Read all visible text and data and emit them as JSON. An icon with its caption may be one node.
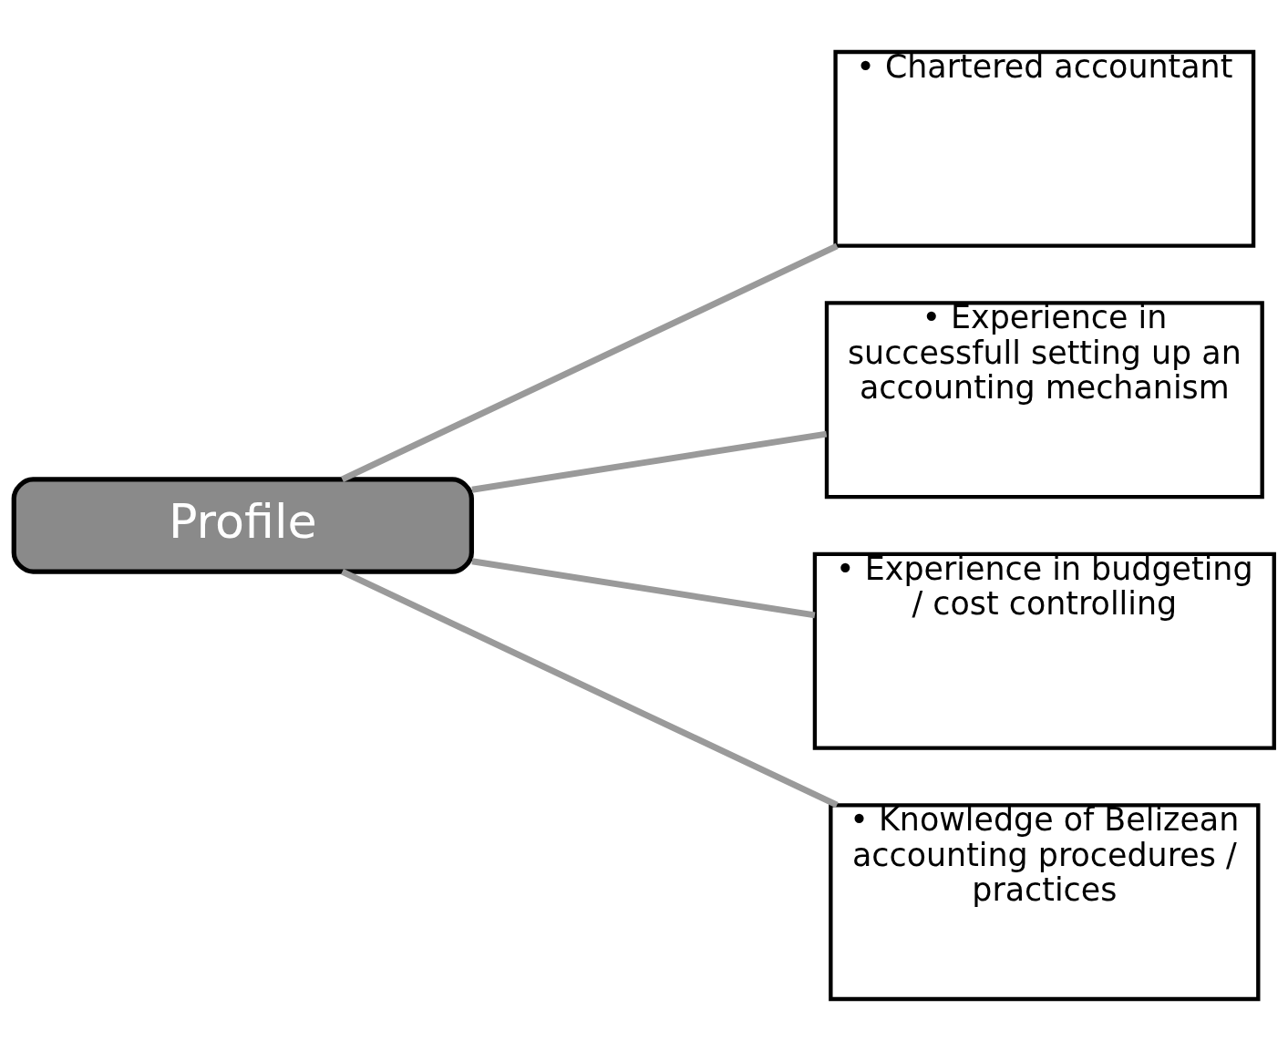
{
  "diagram": {
    "nodes": [
      {
        "text": [
          "Profile"
        ]
      },
      {
        "text": [
          "• Chartered accountant"
        ]
      },
      {
        "text": [
          "• Experience in successfull setting up an accounting mechanism"
        ]
      },
      {
        "text": [
          "• Experience in budgeting / cost controlling"
        ]
      },
      {
        "text": [
          "• Knowledge of Belizean accounting procedures / practices"
        ]
      }
    ],
    "edges": [
      {
        "from": 0,
        "to": 1,
        "arrow": "none"
      },
      {
        "from": 0,
        "to": 2,
        "arrow": "none"
      },
      {
        "from": 0,
        "to": 3,
        "arrow": "none"
      },
      {
        "from": 0,
        "to": 4,
        "arrow": "none"
      }
    ]
  }
}
